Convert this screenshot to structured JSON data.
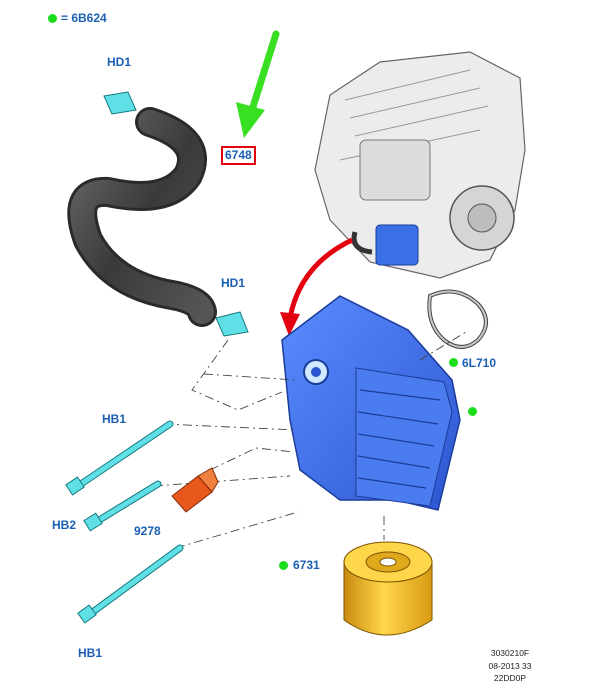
{
  "legend": {
    "text": "= 6B624",
    "marker_color": "#1cdd1c"
  },
  "labels": {
    "hd1_top": "HD1",
    "hose": "6748",
    "hd1_mid": "HD1",
    "gasket": "6L710",
    "hb1_upper": "HB1",
    "hb2": "HB2",
    "sensor": "9278",
    "filter": "6731",
    "hb1_lower": "HB1"
  },
  "footer": {
    "line1": "3030210F",
    "line2": "08-2013 33",
    "line3": "22DD0P"
  },
  "colors": {
    "label_text": "#1a5fb4",
    "marker": "#1cdd1c",
    "highlight_box": "#e3000f",
    "pointer_arrow": "#39e021",
    "engine_arrow": "#e3000f",
    "part_blue": "#3a6fe6",
    "bolt_cyan": "#5fe0e6",
    "filter_yellow": "#f2b51e",
    "sensor_orange": "#e8581c",
    "hose_gray": "#4a4a4a"
  }
}
